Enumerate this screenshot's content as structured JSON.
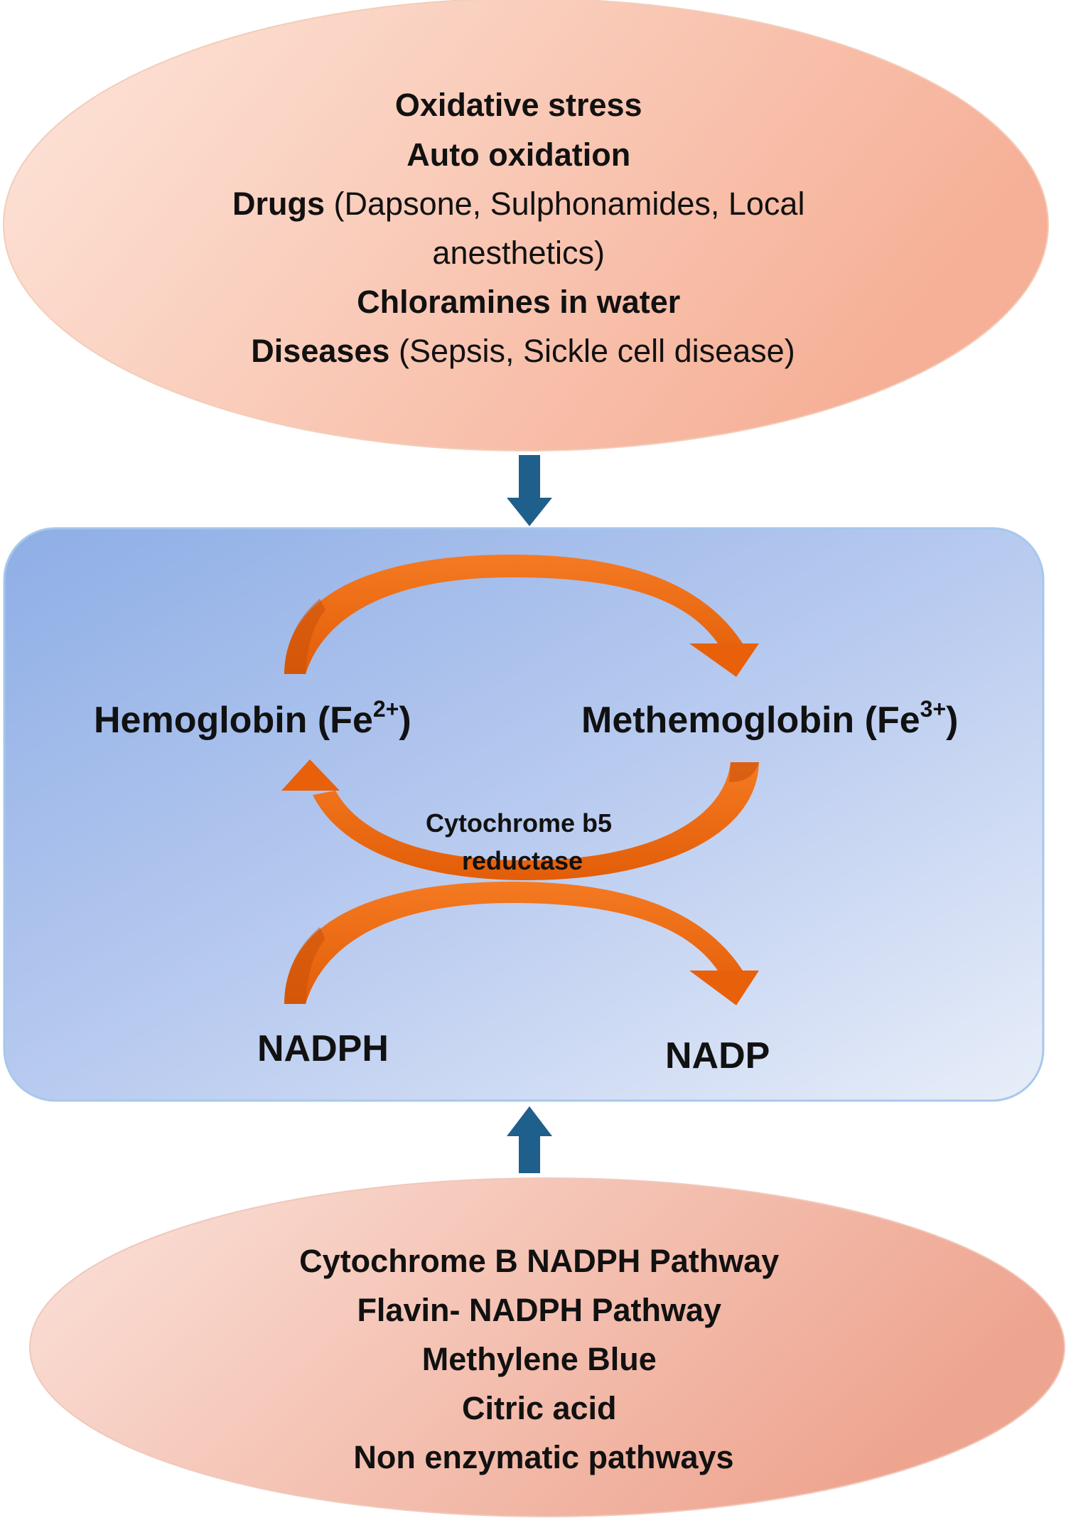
{
  "colors": {
    "ellipse_light": "#fde4d8",
    "ellipse_dark": "#f6b198",
    "panel_top_left": "#93b0e6",
    "panel_bottom_right": "#e6ecf8",
    "panel_border": "#9ec3ea",
    "blue_arrow": "#1f5f8b",
    "orange_arrow": "#f06a10",
    "orange_shade": "#c9500a"
  },
  "causes": {
    "line1": "Oxidative stress",
    "line2": "Auto oxidation",
    "drugs_bold": "Drugs",
    "drugs_rest": " (Dapsone, Sulphonamides, Local",
    "drugs_cont": "anesthetics)",
    "line5": "Chloramines in water",
    "diseases_bold": "Diseases",
    "diseases_rest": " (Sepsis, Sickle cell disease)"
  },
  "cycle": {
    "hemoglobin_prefix": "Hemoglobin (Fe",
    "hemoglobin_charge": "2+",
    "hemoglobin_suffix": ")",
    "methemoglobin_prefix": "Methemoglobin (Fe",
    "methemoglobin_charge": "3+",
    "methemoglobin_suffix": ")",
    "enzyme_line1": "Cytochrome b5",
    "enzyme_line2": "reductase",
    "nadph": "NADPH",
    "nadp": "NADP"
  },
  "treatments": {
    "line1": "Cytochrome B NADPH Pathway",
    "line2": "Flavin- NADPH Pathway",
    "line3": "Methylene Blue",
    "line4": "Citric acid",
    "line5": "Non enzymatic pathways"
  },
  "icons": {
    "down_arrow": "down-arrow-icon",
    "up_arrow": "up-arrow-icon",
    "orange_curved_arrows": "curved-arrow-icon"
  }
}
